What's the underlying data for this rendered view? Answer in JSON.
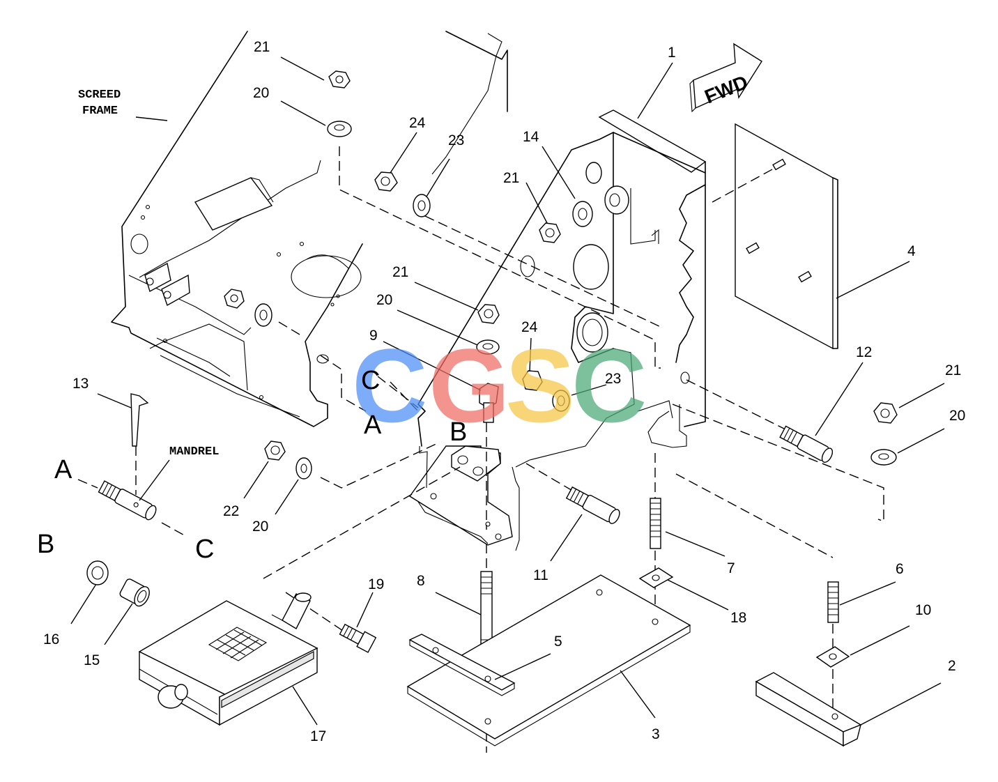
{
  "diagram": {
    "annotations": {
      "screed_frame_line1": "SCREED",
      "screed_frame_line2": "FRAME",
      "mandrel": "MANDREL",
      "forward_arrow": "FWD"
    },
    "reference_letters": {
      "a_left": "A",
      "b_left": "B",
      "c_left": "C",
      "a_center": "A",
      "b_center": "B",
      "c_center": "C"
    },
    "callouts": {
      "c1": "1",
      "c2": "2",
      "c3": "3",
      "c4": "4",
      "c5": "5",
      "c6": "6",
      "c7": "7",
      "c8": "8",
      "c9": "9",
      "c10": "10",
      "c11": "11",
      "c12": "12",
      "c13": "13",
      "c14": "14",
      "c15": "15",
      "c16": "16",
      "c17": "17",
      "c18": "18",
      "c19": "19",
      "c20a": "20",
      "c20b": "20",
      "c20c": "20",
      "c20d": "20",
      "c21a": "21",
      "c21b": "21",
      "c21c": "21",
      "c21d": "21",
      "c22": "22",
      "c23a": "23",
      "c23b": "23",
      "c24a": "24",
      "c24b": "24"
    },
    "watermark": {
      "letters": [
        "C",
        "G",
        "S",
        "C"
      ],
      "colors": [
        "#4c8df6",
        "#f06b63",
        "#f6c544",
        "#4aa877"
      ]
    }
  }
}
